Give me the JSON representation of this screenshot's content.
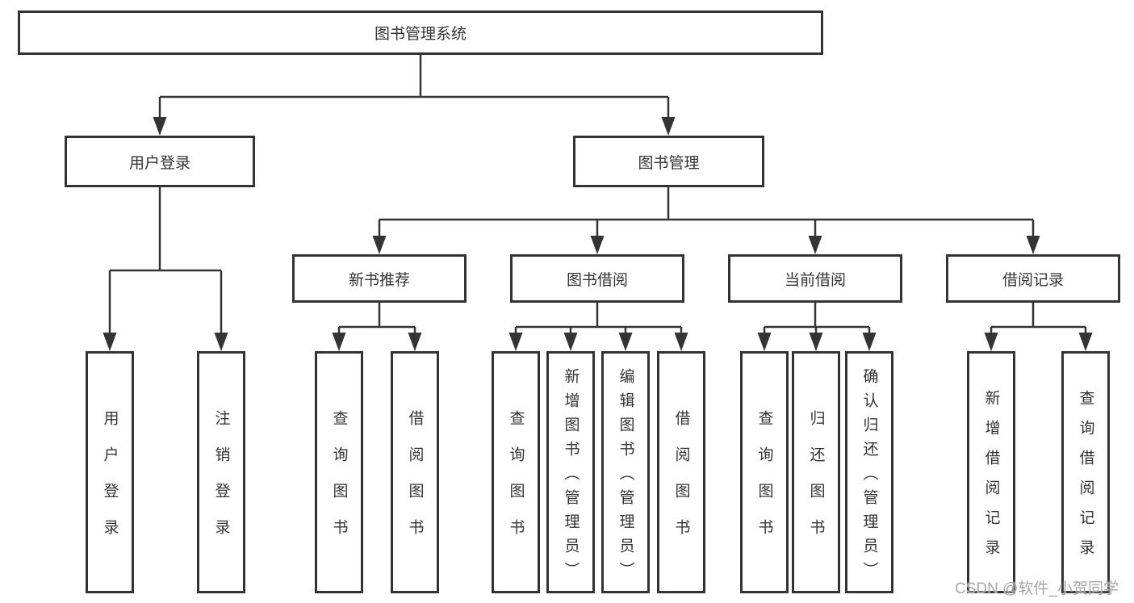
{
  "diagram": {
    "title_node": {
      "label": "图书管理系统"
    },
    "level2": [
      {
        "label": "用户登录"
      },
      {
        "label": "图书管理"
      }
    ],
    "level3": [
      {
        "label": "新书推荐"
      },
      {
        "label": "图书借阅"
      },
      {
        "label": "当前借阅"
      },
      {
        "label": "借阅记录"
      }
    ],
    "leaves": [
      {
        "label": "用户登录"
      },
      {
        "label": "注销登录"
      },
      {
        "label": "查询图书"
      },
      {
        "label": "借阅图书"
      },
      {
        "label": "查询图书"
      },
      {
        "label": "新增图书（管理员）"
      },
      {
        "label": "编辑图书（管理员）"
      },
      {
        "label": "借阅图书"
      },
      {
        "label": "查询图书"
      },
      {
        "label": "归还图书"
      },
      {
        "label": "确认归还（管理员）"
      },
      {
        "label": "新增借阅记录"
      },
      {
        "label": "查询借阅记录"
      }
    ],
    "colors": {
      "border": "#333333",
      "line": "#343434",
      "text": "#333333",
      "watermark_text": "#a6a6a6",
      "background": "#ffffff"
    }
  },
  "watermark": {
    "text": "CSDN @软件_小贺同学"
  }
}
